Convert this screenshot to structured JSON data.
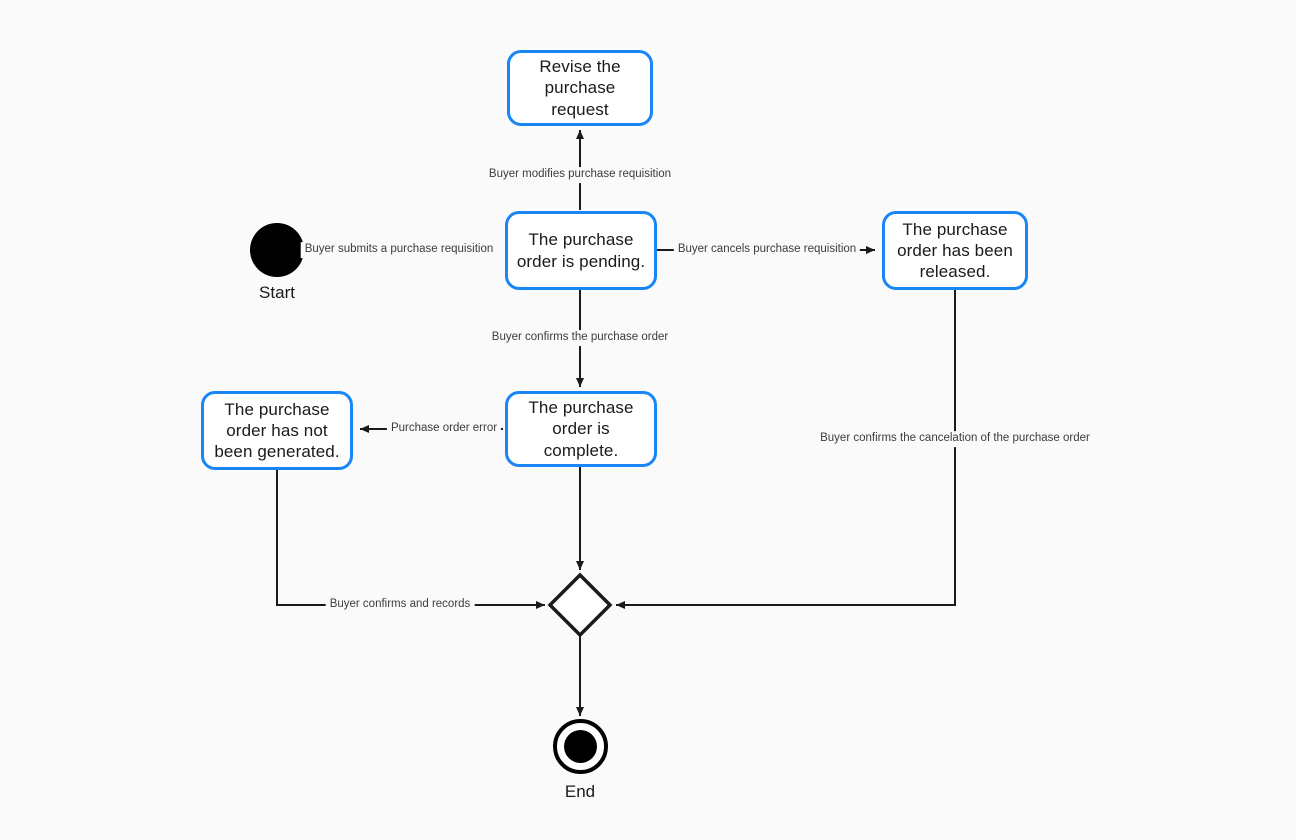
{
  "diagram": {
    "title": "Purchase Order State Diagram",
    "type": "uml-state-diagram",
    "background_color": "#fafafa",
    "node_border_color": "#1a85f5",
    "node_fill_color": "#ffffff",
    "edge_color": "#1a1a1a",
    "text_color": "#1a1a1a"
  },
  "terminals": {
    "start": {
      "label": "Start",
      "shape": "filled-circle",
      "color": "#000000"
    },
    "end": {
      "label": "End",
      "shape": "final-state-ring",
      "color": "#000000"
    }
  },
  "decision": {
    "name": "merge-node",
    "shape": "diamond"
  },
  "states": [
    {
      "id": "revise",
      "label": "Revise the\npurchase request",
      "line1": "Revise the",
      "line2": "purchase request"
    },
    {
      "id": "pending",
      "label": "The purchase\norder is pending.",
      "line1": "The purchase",
      "line2": "order is pending."
    },
    {
      "id": "released",
      "label": "The purchase\norder has been\nreleased.",
      "line1": "The purchase",
      "line2": "order has been",
      "line3": "released."
    },
    {
      "id": "not_generated",
      "label": "The purchase\norder has not\nbeen generated.",
      "line1": "The purchase",
      "line2": "order has not",
      "line3": "been generated."
    },
    {
      "id": "complete",
      "label": "The purchase\norder is complete.",
      "line1": "The purchase",
      "line2": "order is complete."
    }
  ],
  "transitions": [
    {
      "id": "t1",
      "from": "start",
      "to": "pending",
      "label": "Buyer submits a purchase requisition"
    },
    {
      "id": "t2",
      "from": "pending",
      "to": "revise",
      "label": "Buyer modifies purchase requisition"
    },
    {
      "id": "t3",
      "from": "pending",
      "to": "released",
      "label": "Buyer cancels purchase requisition"
    },
    {
      "id": "t4",
      "from": "pending",
      "to": "complete",
      "label": "Buyer confirms the purchase order"
    },
    {
      "id": "t5",
      "from": "complete",
      "to": "not_generated",
      "label": "Purchase order error"
    },
    {
      "id": "t6",
      "from": "not_generated",
      "to": "merge",
      "label": "Buyer confirms and records"
    },
    {
      "id": "t7",
      "from": "released",
      "to": "merge",
      "label": "Buyer confirms the cancelation of the purchase order"
    },
    {
      "id": "t8",
      "from": "complete",
      "to": "merge",
      "label": ""
    },
    {
      "id": "t9",
      "from": "merge",
      "to": "end",
      "label": ""
    }
  ]
}
